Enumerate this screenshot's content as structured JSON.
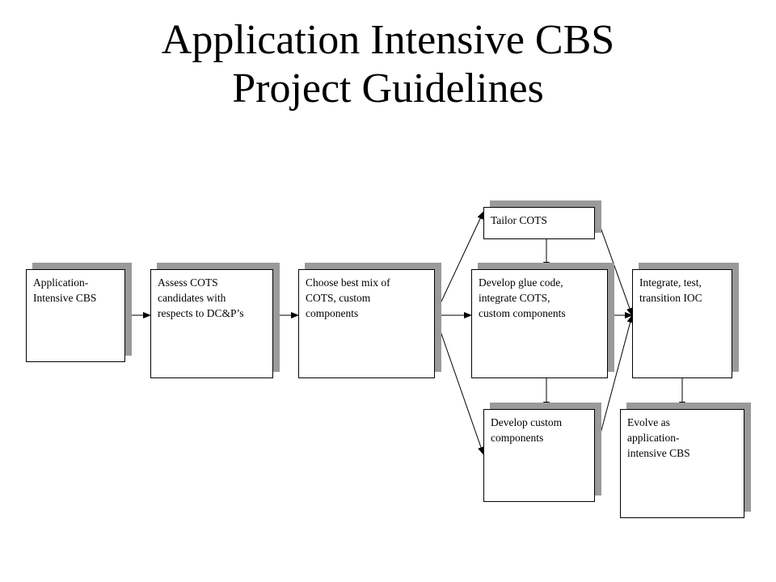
{
  "title": {
    "line1": "Application Intensive CBS",
    "line2": "Project Guidelines"
  },
  "boxes": {
    "app_intensive": "Application-\nIntensive CBS",
    "assess_cots": "Assess COTS\ncandidates with\nrespects to DC&P’s",
    "choose_mix": "Choose best mix of\nCOTS, custom\ncomponents",
    "tailor_cots": "Tailor COTS",
    "glue_code": "Develop glue code,\nintegrate COTS,\ncustom components",
    "custom_components": "Develop custom\ncomponents",
    "integrate_test": "Integrate, test,\ntransition IOC",
    "evolve": "Evolve as\napplication-\nintensive CBS"
  },
  "colors": {
    "shadow": "#9a9a9a",
    "border": "#000000",
    "background": "#ffffff"
  }
}
